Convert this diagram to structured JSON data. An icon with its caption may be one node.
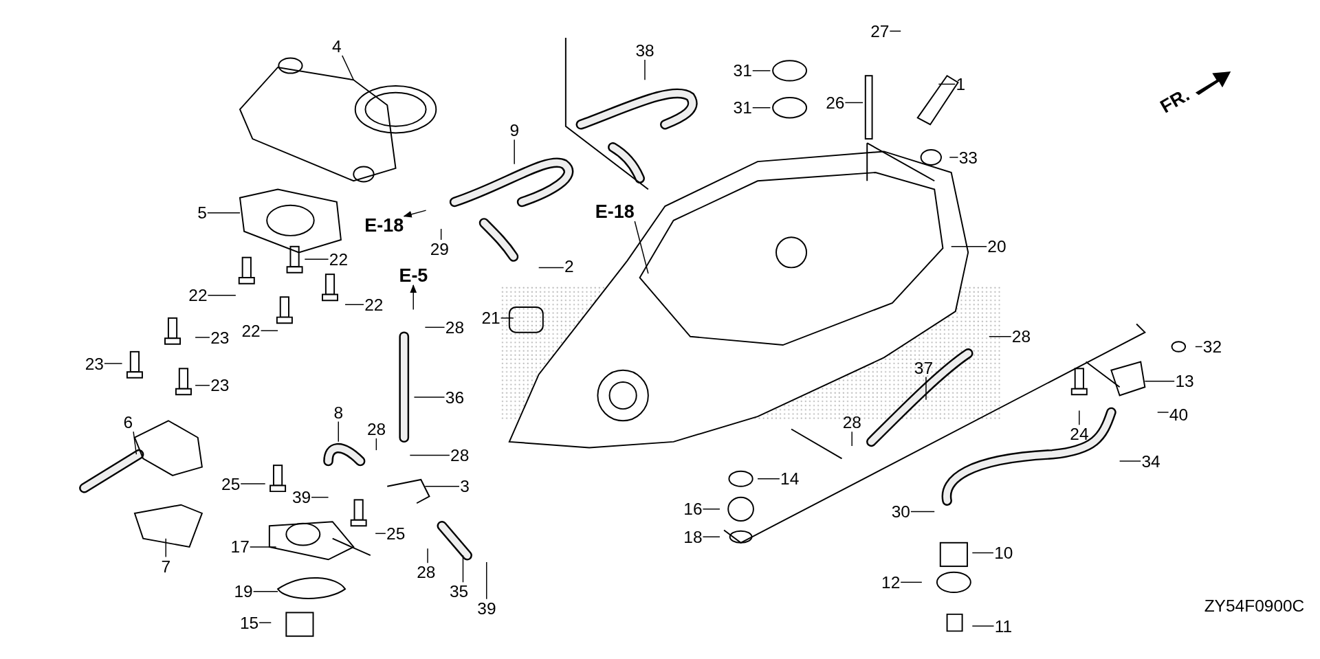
{
  "diagram": {
    "nodes": [
      {
        "text": [
          "4"
        ]
      },
      {
        "text": [
          "38"
        ]
      },
      {
        "text": [
          "27"
        ]
      },
      {
        "text": [
          "31"
        ]
      },
      {
        "text": [
          "1"
        ]
      },
      {
        "text": [
          "26"
        ]
      },
      {
        "text": [
          "31"
        ]
      },
      {
        "text": [
          "9"
        ]
      },
      {
        "text": [
          "33"
        ]
      },
      {
        "text": [
          "5"
        ]
      },
      {
        "text": [
          "E-18"
        ]
      },
      {
        "text": [
          "E-18"
        ]
      },
      {
        "text": [
          "29"
        ]
      },
      {
        "text": [
          "20"
        ]
      },
      {
        "text": [
          "22"
        ]
      },
      {
        "text": [
          "2"
        ]
      },
      {
        "text": [
          "E-5"
        ]
      },
      {
        "text": [
          "22"
        ]
      },
      {
        "text": [
          "22"
        ]
      },
      {
        "text": [
          "28"
        ]
      },
      {
        "text": [
          "21"
        ]
      },
      {
        "text": [
          "22"
        ]
      },
      {
        "text": [
          "23"
        ]
      },
      {
        "text": [
          "28"
        ]
      },
      {
        "text": [
          "32"
        ]
      },
      {
        "text": [
          "23"
        ]
      },
      {
        "text": [
          "37"
        ]
      },
      {
        "text": [
          "13"
        ]
      },
      {
        "text": [
          "23"
        ]
      },
      {
        "text": [
          "36"
        ]
      },
      {
        "text": [
          "8"
        ]
      },
      {
        "text": [
          "40"
        ]
      },
      {
        "text": [
          "6"
        ]
      },
      {
        "text": [
          "28"
        ]
      },
      {
        "text": [
          "24"
        ]
      },
      {
        "text": [
          "28"
        ]
      },
      {
        "text": [
          "28"
        ]
      },
      {
        "text": [
          "34"
        ]
      },
      {
        "text": [
          "14"
        ]
      },
      {
        "text": [
          "25"
        ]
      },
      {
        "text": [
          "3"
        ]
      },
      {
        "text": [
          "39"
        ]
      },
      {
        "text": [
          "16"
        ]
      },
      {
        "text": [
          "30"
        ]
      },
      {
        "text": [
          "25"
        ]
      },
      {
        "text": [
          "17"
        ]
      },
      {
        "text": [
          "10"
        ]
      },
      {
        "text": [
          "7"
        ]
      },
      {
        "text": [
          "18"
        ]
      },
      {
        "text": [
          "28"
        ]
      },
      {
        "text": [
          "12"
        ]
      },
      {
        "text": [
          "19"
        ]
      },
      {
        "text": [
          "35"
        ]
      },
      {
        "text": [
          "39"
        ]
      },
      {
        "text": [
          "15"
        ]
      },
      {
        "text": [
          "11"
        ]
      }
    ],
    "edges": [
      {
        "from": 0,
        "to": null,
        "arrow": "none"
      },
      {
        "from": 1,
        "to": null,
        "arrow": "none"
      },
      {
        "from": 2,
        "to": null,
        "arrow": "none"
      },
      {
        "from": 3,
        "to": null,
        "arrow": "none"
      },
      {
        "from": 4,
        "to": null,
        "arrow": "none"
      },
      {
        "from": 5,
        "to": null,
        "arrow": "none"
      },
      {
        "from": 6,
        "to": null,
        "arrow": "none"
      },
      {
        "from": 7,
        "to": null,
        "arrow": "none"
      },
      {
        "from": 8,
        "to": null,
        "arrow": "none"
      },
      {
        "from": 9,
        "to": null,
        "arrow": "none"
      },
      {
        "from": null,
        "to": 10,
        "arrow": "to"
      },
      {
        "from": 11,
        "to": null,
        "arrow": "none"
      },
      {
        "from": 12,
        "to": null,
        "arrow": "none"
      },
      {
        "from": 13,
        "to": null,
        "arrow": "none"
      },
      {
        "from": 14,
        "to": null,
        "arrow": "none"
      },
      {
        "from": 15,
        "to": null,
        "arrow": "none"
      },
      {
        "from": null,
        "to": 16,
        "arrow": "to"
      },
      {
        "from": 17,
        "to": null,
        "arrow": "none"
      },
      {
        "from": 18,
        "to": null,
        "arrow": "none"
      },
      {
        "from": 19,
        "to": null,
        "arrow": "none"
      },
      {
        "from": 20,
        "to": null,
        "arrow": "none"
      },
      {
        "from": 21,
        "to": null,
        "arrow": "none"
      },
      {
        "from": 22,
        "to": null,
        "arrow": "none"
      },
      {
        "from": 23,
        "to": null,
        "arrow": "none"
      },
      {
        "from": 24,
        "to": null,
        "arrow": "none"
      },
      {
        "from": 25,
        "to": null,
        "arrow": "none"
      },
      {
        "from": 26,
        "to": null,
        "arrow": "none"
      },
      {
        "from": 27,
        "to": null,
        "arrow": "none"
      },
      {
        "from": 28,
        "to": null,
        "arrow": "none"
      },
      {
        "from": 29,
        "to": null,
        "arrow": "none"
      },
      {
        "from": 30,
        "to": null,
        "arrow": "none"
      },
      {
        "from": 31,
        "to": null,
        "arrow": "none"
      },
      {
        "from": 32,
        "to": null,
        "arrow": "none"
      },
      {
        "from": 33,
        "to": null,
        "arrow": "none"
      },
      {
        "from": 34,
        "to": null,
        "arrow": "none"
      },
      {
        "from": 35,
        "to": null,
        "arrow": "none"
      },
      {
        "from": 36,
        "to": null,
        "arrow": "none"
      },
      {
        "from": 37,
        "to": null,
        "arrow": "none"
      },
      {
        "from": 38,
        "to": null,
        "arrow": "none"
      },
      {
        "from": 39,
        "to": null,
        "arrow": "none"
      },
      {
        "from": 40,
        "to": null,
        "arrow": "none"
      },
      {
        "from": 41,
        "to": null,
        "arrow": "none"
      },
      {
        "from": 42,
        "to": null,
        "arrow": "none"
      },
      {
        "from": 43,
        "to": null,
        "arrow": "none"
      },
      {
        "from": 44,
        "to": null,
        "arrow": "none"
      },
      {
        "from": 45,
        "to": null,
        "arrow": "none"
      },
      {
        "from": 46,
        "to": null,
        "arrow": "none"
      },
      {
        "from": 47,
        "to": null,
        "arrow": "none"
      },
      {
        "from": 48,
        "to": null,
        "arrow": "none"
      },
      {
        "from": 49,
        "to": null,
        "arrow": "none"
      },
      {
        "from": 50,
        "to": null,
        "arrow": "none"
      },
      {
        "from": 51,
        "to": null,
        "arrow": "none"
      },
      {
        "from": 52,
        "to": null,
        "arrow": "none"
      },
      {
        "from": 53,
        "to": null,
        "arrow": "none"
      },
      {
        "from": 54,
        "to": null,
        "arrow": "none"
      },
      {
        "from": 55,
        "to": null,
        "arrow": "none"
      }
    ],
    "labels": [
      "FR.",
      "ZY54F0900C"
    ]
  }
}
